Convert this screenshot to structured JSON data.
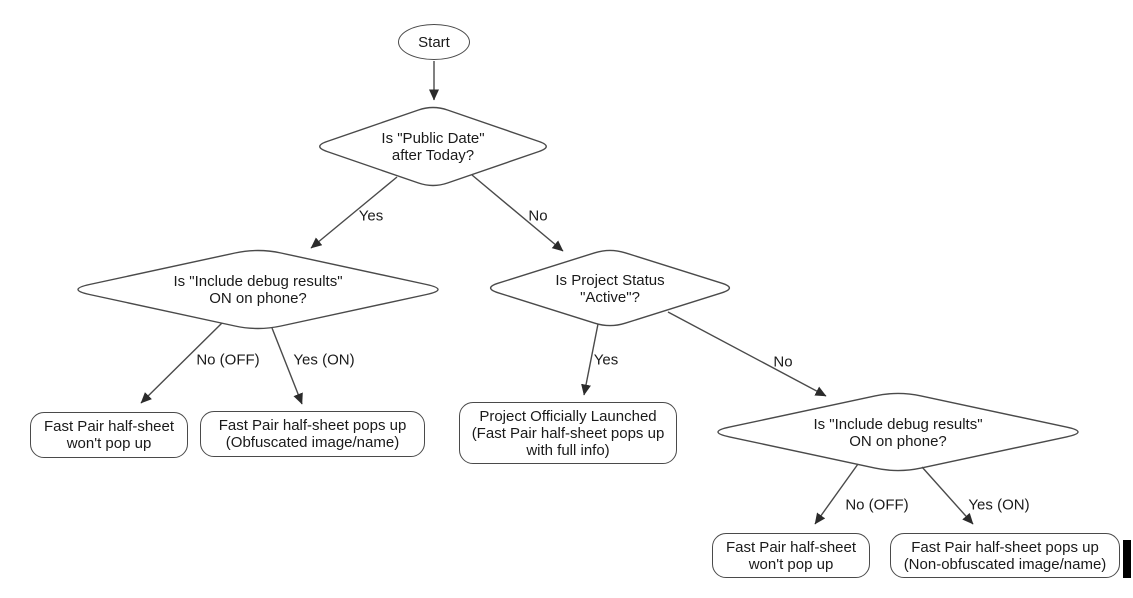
{
  "diagram_type": "flowchart",
  "colors": {
    "background": "#ffffff",
    "line": "#4a4a4a",
    "text": "#1a1a1a",
    "arrowhead": "#2b2b2b"
  },
  "nodes": {
    "start": {
      "label": "Start"
    },
    "decision_public_date": {
      "lines": [
        "Is \"Public Date\"",
        "after Today?"
      ]
    },
    "decision_debug_left": {
      "lines": [
        "Is \"Include debug results\"",
        "ON on phone?"
      ]
    },
    "decision_project_status": {
      "lines": [
        "Is Project Status",
        "\"Active\"?"
      ]
    },
    "decision_debug_right": {
      "lines": [
        "Is \"Include debug results\"",
        "ON on phone?"
      ]
    },
    "result_wont_popup_left": {
      "lines": [
        "Fast Pair half-sheet",
        "won't pop up"
      ]
    },
    "result_obfuscated": {
      "lines": [
        "Fast Pair half-sheet pops up",
        "(Obfuscated image/name)"
      ]
    },
    "result_launched": {
      "lines": [
        "Project Officially Launched",
        "(Fast Pair half-sheet pops up",
        "with full info)"
      ]
    },
    "result_wont_popup_right": {
      "lines": [
        "Fast Pair half-sheet",
        "won't pop up"
      ]
    },
    "result_non_obfuscated": {
      "lines": [
        "Fast Pair half-sheet pops up",
        "(Non-obfuscated image/name)"
      ]
    }
  },
  "edge_labels": {
    "public_date_yes": "Yes",
    "public_date_no": "No",
    "debug_left_no": "No (OFF)",
    "debug_left_yes": "Yes (ON)",
    "project_status_yes": "Yes",
    "project_status_no": "No",
    "debug_right_no": "No (OFF)",
    "debug_right_yes": "Yes (ON)"
  }
}
